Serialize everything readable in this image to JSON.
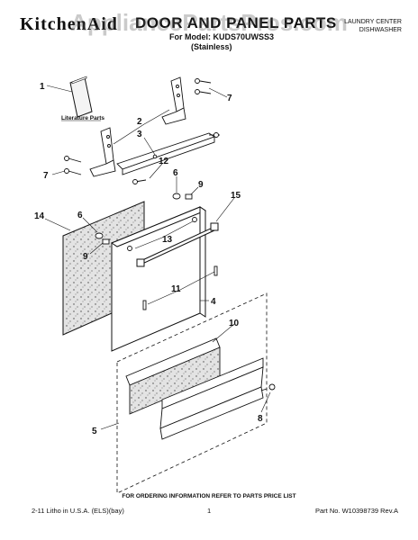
{
  "header": {
    "brand": "KitchenAid",
    "title": "DOOR AND PANEL PARTS",
    "model_line": "For Model: KUDS70UWSS3",
    "variant": "(Stainless)",
    "right_line1": "LAUNDRY CENTER",
    "right_line2": "DISHWASHER"
  },
  "watermark": "AppliancePartsPros.com",
  "diagram": {
    "literature_label": "Literature Parts",
    "callouts": [
      "1",
      "2",
      "3",
      "7",
      "7",
      "12",
      "6",
      "9",
      "15",
      "14",
      "6",
      "13",
      "9",
      "11",
      "4",
      "10",
      "5",
      "8"
    ]
  },
  "ordering_note": "FOR ORDERING INFORMATION REFER TO PARTS PRICE LIST",
  "footer": {
    "left": "2-11 Litho in U.S.A. (ELS)(bay)",
    "page": "1",
    "part_no": "Part No. W10398739 Rev.A"
  }
}
